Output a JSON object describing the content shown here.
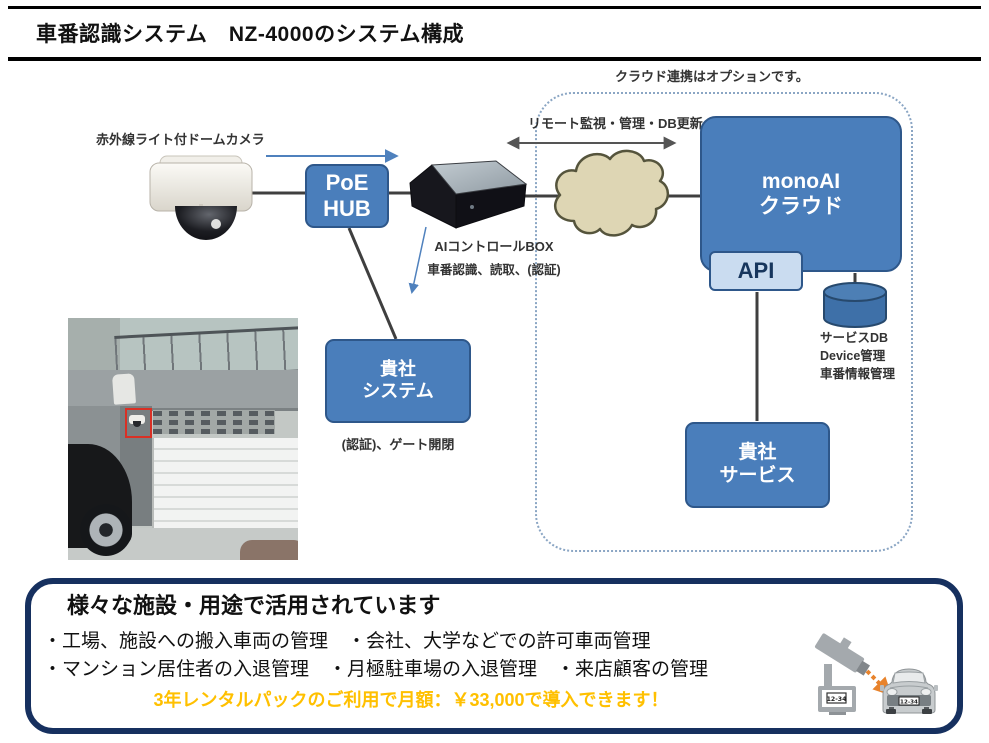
{
  "title": "車番認識システム　NZ-4000のシステム構成",
  "diagram": {
    "option_note": "クラウド連携はオプションです。",
    "remote_label": "リモート監視・管理・DB更新",
    "camera_label": "赤外線ライト付ドームカメラ",
    "poe_hub": {
      "line1": "PoE",
      "line2": "HUB"
    },
    "ai_box": {
      "title": "AIコントロールBOX",
      "subtitle": "車番認識、読取、(認証)"
    },
    "monoai": {
      "line1": "monoAI",
      "line2": "クラウド"
    },
    "api_label": "API",
    "service_db": {
      "line1": "サービスDB",
      "line2": "Device管理",
      "line3": "車番情報管理"
    },
    "your_system": {
      "line1": "貴社",
      "line2": "システム",
      "sub": "(認証)、ゲート開閉"
    },
    "your_service": {
      "line1": "貴社",
      "line2": "サービス"
    }
  },
  "footer": {
    "heading": "様々な施設・用途で活用されています",
    "use_cases_line1": "・工場、施設への搬入車両の管理　・会社、大学などでの許可車両管理",
    "use_cases_line2": "・マンション居住者の入退管理　・月極駐車場の入退管理　・来店顧客の管理",
    "price_line": "3年レンタルパックのご利用で月額：￥33,000で導入できます！",
    "plate_number": "12-34"
  },
  "colors": {
    "box_blue": "#4a7ebb",
    "box_border": "#2e578a",
    "api_fill": "#cadcf0",
    "navy_border": "#16305f",
    "price_orange": "#ffc000",
    "cloud_tan": "#ded6b4",
    "arrow_blue": "#4f81bd",
    "line_gray": "#3f3f3f",
    "icon_gray": "#a4a9ad",
    "arrow_orange": "#e8832c",
    "highlight_red": "#d93025"
  }
}
